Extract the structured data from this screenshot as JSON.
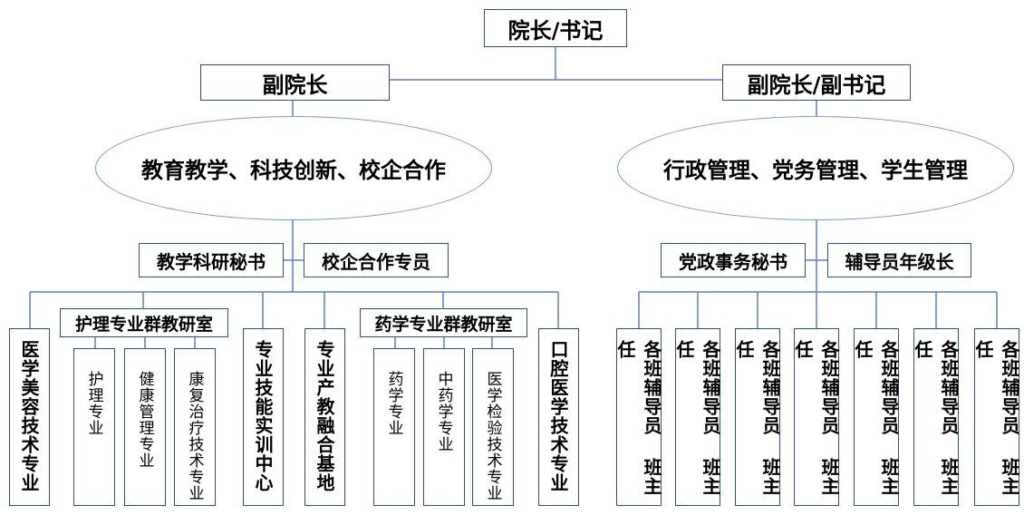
{
  "top": {
    "label": "院长/书记"
  },
  "left": {
    "head": "副院长",
    "area": "教育教学、科技创新、校企合作",
    "staff": [
      "教学科研秘书",
      "校企合作专员"
    ],
    "units": {
      "u1": "医学美容技术专业",
      "group1": {
        "title": "护理专业群教研室",
        "items": [
          "护理专业",
          "健康管理专业",
          "康复治疗技术专业"
        ]
      },
      "u2": "专业技能实训中心",
      "u3": "专业产教融合基地",
      "group2": {
        "title": "药学专业群教研室",
        "items": [
          "药学专业",
          "中药学专业",
          "医学检验技术专业"
        ]
      },
      "u4": "口腔医学技术专业"
    }
  },
  "right": {
    "head": "副院长/副书记",
    "area": "行政管理、党务管理、学生管理",
    "staff": [
      "党政事务秘书",
      "辅导员年级长"
    ],
    "classes": [
      "各班辅导员 班主任",
      "各班辅导员 班主任",
      "各班辅导员 班主任",
      "各班辅导员 班主任",
      "各班辅导员 班主任",
      "各班辅导员 班主任",
      "各班辅导员 班主任"
    ]
  },
  "colors": {
    "box_border": "#2f4f7f",
    "ellipse_border": "#7a98c9",
    "line": "#5b7fbd"
  }
}
